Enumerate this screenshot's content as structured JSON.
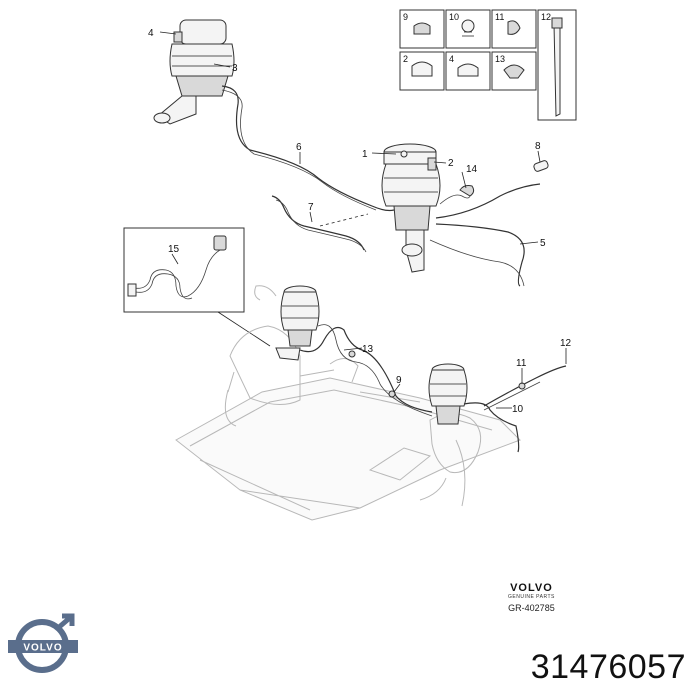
{
  "callouts": {
    "c1": "1",
    "c2": "2",
    "c3": "3",
    "c4": "4",
    "c5": "5",
    "c6": "6",
    "c7": "7",
    "c8": "8",
    "c9a": "9",
    "c10a": "10",
    "c11a": "11",
    "c12a": "12",
    "c13a": "13",
    "c14": "14",
    "c15": "15"
  },
  "kit": {
    "k9": "9",
    "k10": "10",
    "k11": "11",
    "k12": "12",
    "k2": "2",
    "k4": "4",
    "k13": "13"
  },
  "brand": {
    "word": "VOLVO",
    "sub": "GENUINE PARTS",
    "doc_ref": "GR-402785",
    "logo_text": "VOLVO",
    "accent": "#5a6e8c"
  },
  "part_number": "31476057"
}
